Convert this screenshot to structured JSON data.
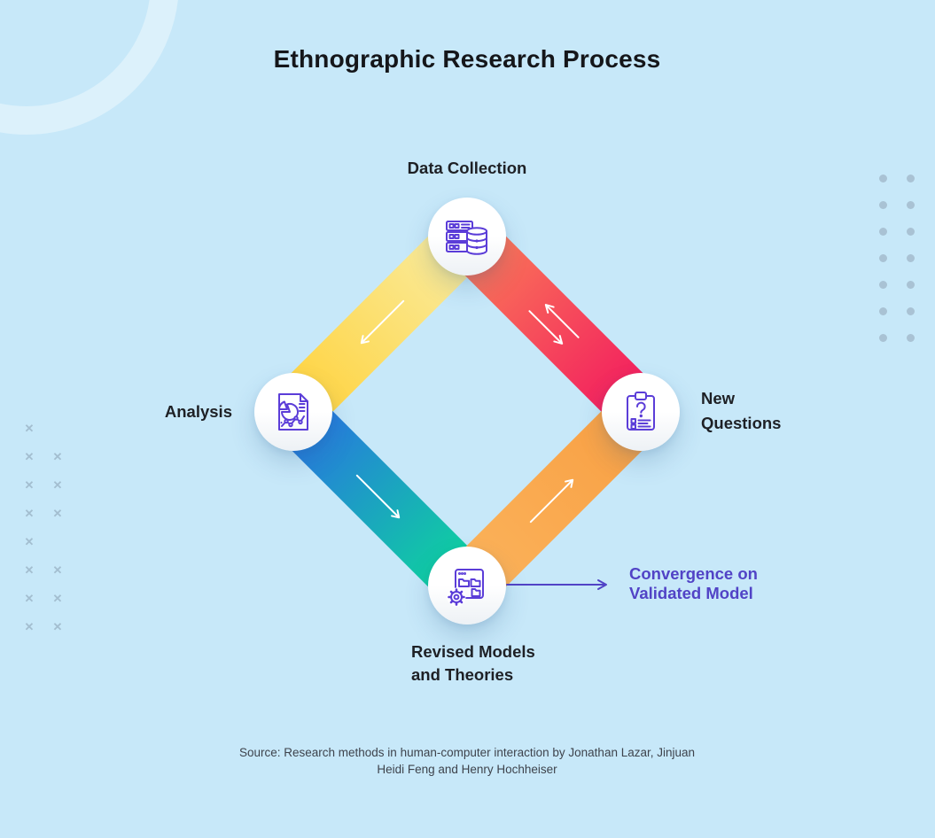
{
  "title": "Ethnographic Research Process",
  "nodes": {
    "data_collection": {
      "label": "Data Collection",
      "icon": "server-database-icon"
    },
    "analysis": {
      "label": "Analysis",
      "icon": "chart-document-icon"
    },
    "new_questions": {
      "line1": "New",
      "line2": "Questions",
      "icon": "clipboard-question-icon"
    },
    "revised_models": {
      "line1": "Revised Models",
      "line2": "and Theories",
      "icon": "window-gear-icon"
    }
  },
  "convergence": {
    "line1": "Convergence on",
    "line2": "Validated Model"
  },
  "source": {
    "line1": "Source: Research methods in human-computer interaction by Jonathan Lazar, Jinjuan",
    "line2": "Heidi Feng and Henry Hochheiser"
  },
  "colors": {
    "background": "#C7E8F9",
    "icon_purple": "#5B3DD8",
    "convergence_purple": "#5143C6",
    "band_yellow": [
      "#F9EDA4",
      "#FFD23B"
    ],
    "band_red": [
      "#FA7E57",
      "#F2175F"
    ],
    "band_blue_green": [
      "#2A6FE5",
      "#0CD99A"
    ],
    "band_orange": [
      "#FBB35B",
      "#F89F43"
    ]
  },
  "decor": {
    "dots_grid": {
      "rows": 7,
      "cols": 2
    },
    "cross_grid": {
      "rows": 8,
      "cols": 2,
      "missing": [
        [
          0,
          1
        ],
        [
          4,
          1
        ]
      ],
      "glyph": "✕"
    }
  }
}
